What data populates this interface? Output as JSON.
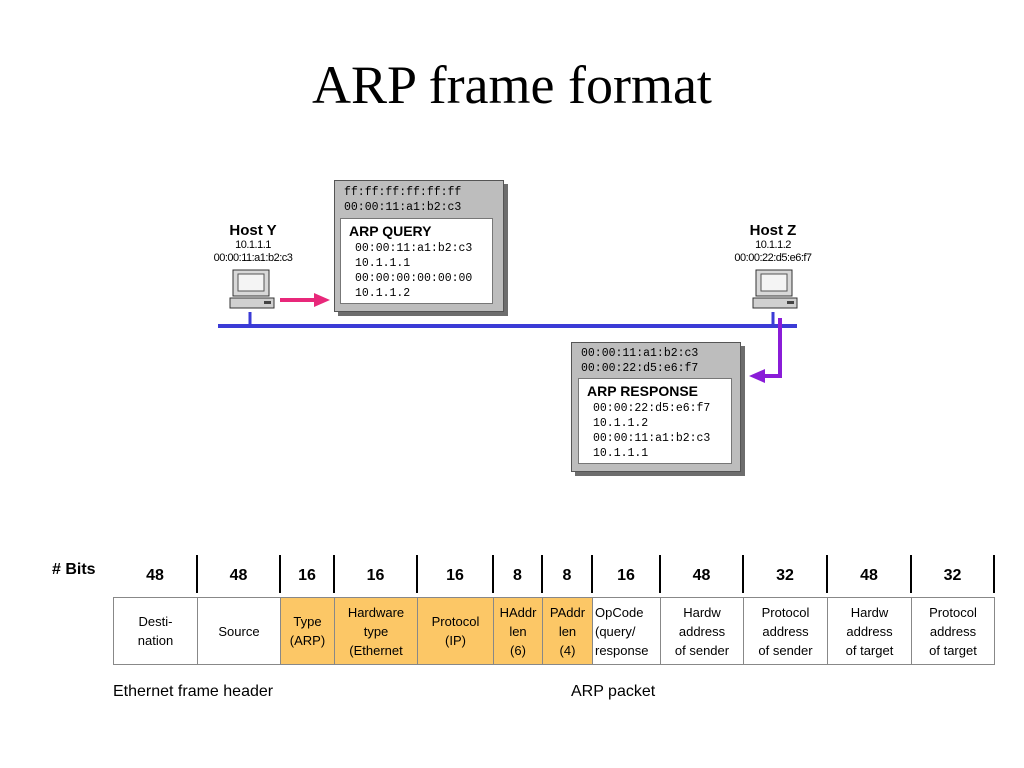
{
  "title": "ARP frame format",
  "host_y": {
    "name": "Host Y",
    "ip": "10.1.1.1",
    "mac": "00:00:11:a1:b2:c3"
  },
  "host_z": {
    "name": "Host Z",
    "ip": "10.1.1.2",
    "mac": "00:00:22:d5:e6:f7"
  },
  "query": {
    "header": [
      "ff:ff:ff:ff:ff:ff",
      "00:00:11:a1:b2:c3"
    ],
    "title": "ARP QUERY",
    "lines": [
      "00:00:11:a1:b2:c3",
      "10.1.1.1",
      "00:00:00:00:00:00",
      "10.1.1.2"
    ]
  },
  "response": {
    "header": [
      "00:00:11:a1:b2:c3",
      "00:00:22:d5:e6:f7"
    ],
    "title": "ARP RESPONSE",
    "lines": [
      "00:00:22:d5:e6:f7",
      "10.1.1.2",
      "00:00:11:a1:b2:c3",
      "10.1.1.1"
    ]
  },
  "colors": {
    "wire": "#3b3bd6",
    "query_arrow": "#e8287a",
    "response_arrow": "#8a1cd8",
    "highlight": "#fcc766"
  },
  "bits_label": "# Bits",
  "fields": [
    {
      "bits": "48",
      "label": "Desti-\nnation",
      "highlight": false
    },
    {
      "bits": "48",
      "label": "Source",
      "highlight": false
    },
    {
      "bits": "16",
      "label": "Type\n(ARP)",
      "highlight": true
    },
    {
      "bits": "16",
      "label": "Hardware\ntype\n(Ethernet",
      "highlight": true
    },
    {
      "bits": "16",
      "label": "Protocol\n(IP)",
      "highlight": true
    },
    {
      "bits": "8",
      "label": "HAddr\nlen\n(6)",
      "highlight": true
    },
    {
      "bits": "8",
      "label": "PAddr\nlen\n(4)",
      "highlight": true
    },
    {
      "bits": "16",
      "label": "OpCode\n(query/\nresponse",
      "highlight": false
    },
    {
      "bits": "48",
      "label": "Hardw\naddress\nof sender",
      "highlight": false
    },
    {
      "bits": "32",
      "label": "Protocol\naddress\nof sender",
      "highlight": false
    },
    {
      "bits": "48",
      "label": "Hardw\naddress\nof target",
      "highlight": false
    },
    {
      "bits": "32",
      "label": "Protocol\naddress\nof target",
      "highlight": false
    }
  ],
  "footer": {
    "ethernet": "Ethernet frame header",
    "arp": "ARP packet"
  }
}
